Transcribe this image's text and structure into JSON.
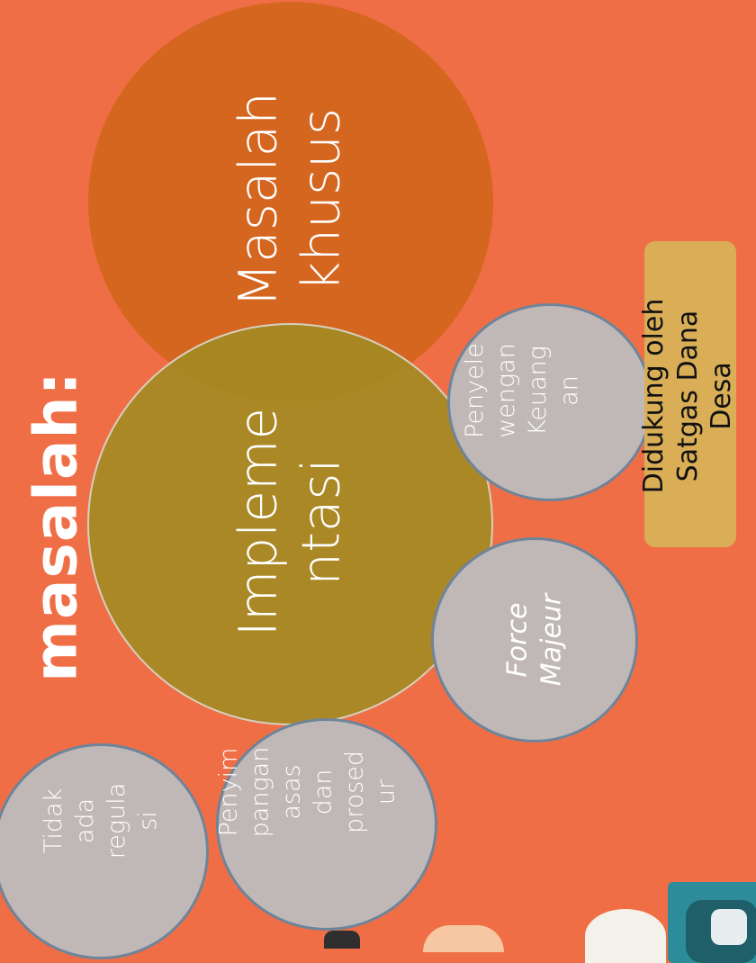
{
  "title": "masalah:",
  "circles": {
    "khusus": {
      "lines": [
        "Masalah",
        "khusus"
      ]
    },
    "implementasi": {
      "lines": [
        "Impleme",
        "ntasi"
      ]
    },
    "tidak_regulasi": {
      "lines": [
        "Tidak",
        "ada",
        "regula",
        "si"
      ]
    },
    "penyimpangan": {
      "lines": [
        "Penyim",
        "pangan",
        "asas",
        "dan",
        "prosed",
        "ur"
      ]
    },
    "force_majeur": {
      "lines": [
        "Force",
        "Majeur"
      ]
    },
    "penyelewengan": {
      "lines": [
        "Penyele",
        "wengan",
        "Keuang",
        "an"
      ]
    }
  },
  "support_box": {
    "lines": [
      "Didukung oleh",
      "Satgas Dana",
      "Desa"
    ]
  },
  "colors": {
    "background": "#F06E45",
    "khusus_circle": "#D3651D",
    "implementasi_circle": "#A08C22",
    "small_circle_fill": "#BFB8B7",
    "small_circle_border": "#6F8499",
    "support_box": "#D9AE57"
  }
}
